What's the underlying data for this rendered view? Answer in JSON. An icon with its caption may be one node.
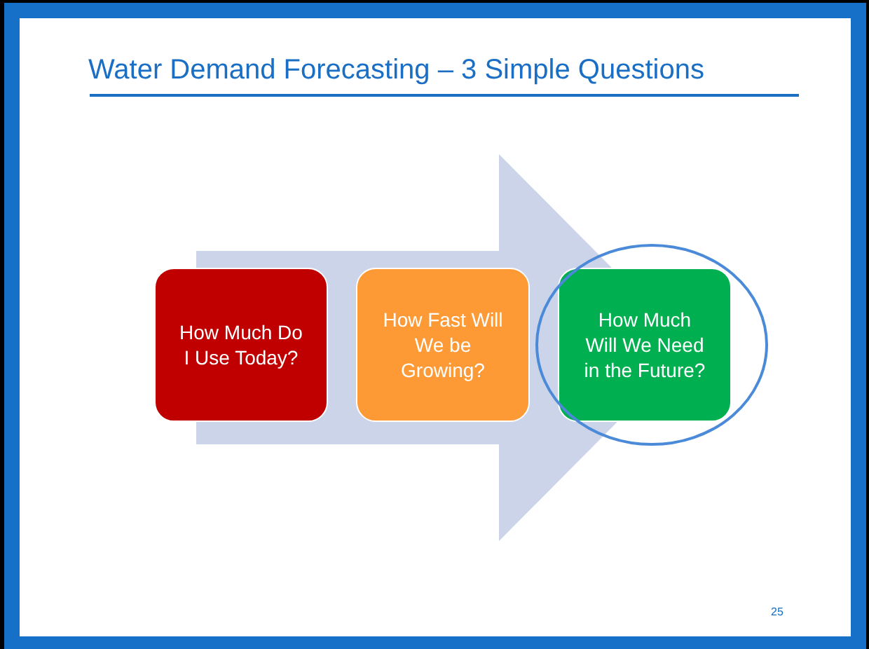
{
  "diagram": {
    "title": "Water Demand Forecasting – 3 Simple Questions",
    "nodes": [
      {
        "text": [
          "How Much Do I Use Today?"
        ]
      },
      {
        "text": [
          "How Fast Will We be Growing?"
        ]
      },
      {
        "text": [
          "How Much Will We Need in the Future?"
        ]
      }
    ],
    "edges": [
      {
        "from": 0,
        "to": 2,
        "arrow": "to"
      }
    ],
    "labels": [
      "25"
    ]
  }
}
